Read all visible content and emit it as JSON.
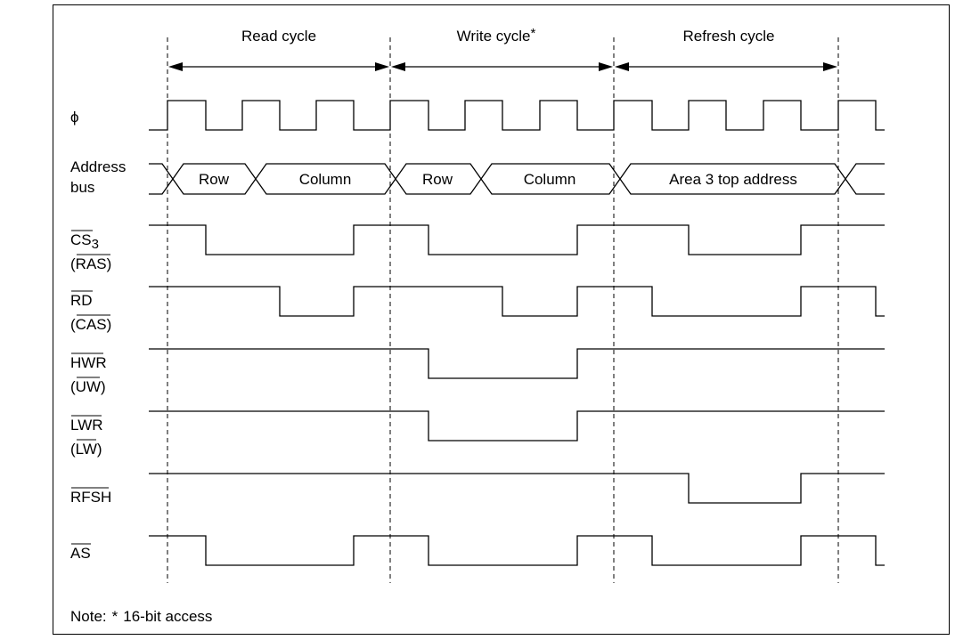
{
  "cycles": {
    "read": "Read cycle",
    "write": "Write cycle",
    "write_mark": "*",
    "refresh": "Refresh cycle"
  },
  "signals": {
    "clock": "ϕ",
    "address_l1": "Address",
    "address_l2": "bus",
    "cs3": "CS",
    "cs3_sub": "3",
    "cs3_alt": "RAS",
    "rd": "RD",
    "rd_alt": "CAS",
    "hwr": "HWR",
    "hwr_alt": "UW",
    "lwr": "LWR",
    "lwr_alt": "LW",
    "rfsh": "RFSH",
    "as": "AS"
  },
  "address_segments": {
    "row1": "Row",
    "col1": "Column",
    "row2": "Row",
    "col2": "Column",
    "area3": "Area 3 top address"
  },
  "note": {
    "prefix": "Note:",
    "mark": "*",
    "text": "16-bit access"
  }
}
